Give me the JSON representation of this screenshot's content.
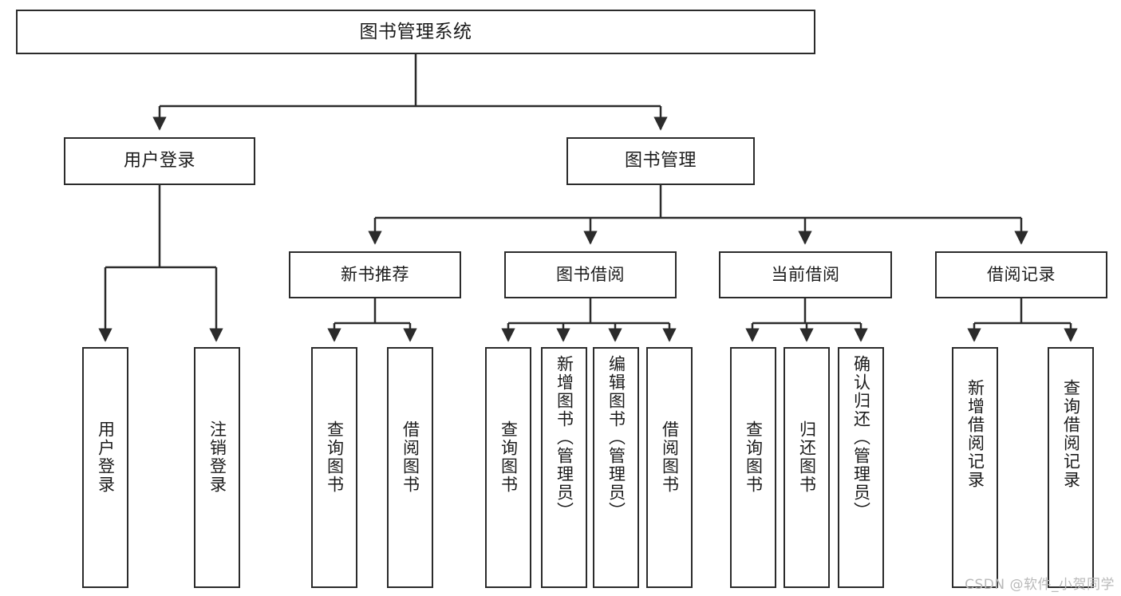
{
  "diagram": {
    "title": "图书管理系统",
    "watermark": "CSDN @软件_小贺同学",
    "colors": {
      "stroke": "#2b2b2b",
      "fill": "#ffffff",
      "text": "#1b1b1b",
      "watermark": "#b9b9b9"
    },
    "root": {
      "label": "图书管理系统"
    },
    "level2": [
      {
        "label": "用户登录"
      },
      {
        "label": "图书管理"
      }
    ],
    "level3": [
      {
        "label": "新书推荐"
      },
      {
        "label": "图书借阅"
      },
      {
        "label": "当前借阅"
      },
      {
        "label": "借阅记录"
      }
    ],
    "leaves": {
      "user_login": [
        {
          "label": "用户登录"
        },
        {
          "label": "注销登录"
        }
      ],
      "new_book_recommend": [
        {
          "label": "查询图书"
        },
        {
          "label": "借阅图书"
        }
      ],
      "book_borrow": [
        {
          "label": "查询图书"
        },
        {
          "label": "新增图书（管理员）"
        },
        {
          "label": "编辑图书（管理员）"
        },
        {
          "label": "借阅图书"
        }
      ],
      "current_borrow": [
        {
          "label": "查询图书"
        },
        {
          "label": "归还图书"
        },
        {
          "label": "确认归还（管理员）"
        }
      ],
      "borrow_record": [
        {
          "label": "新增借阅记录"
        },
        {
          "label": "查询借阅记录"
        }
      ]
    }
  }
}
